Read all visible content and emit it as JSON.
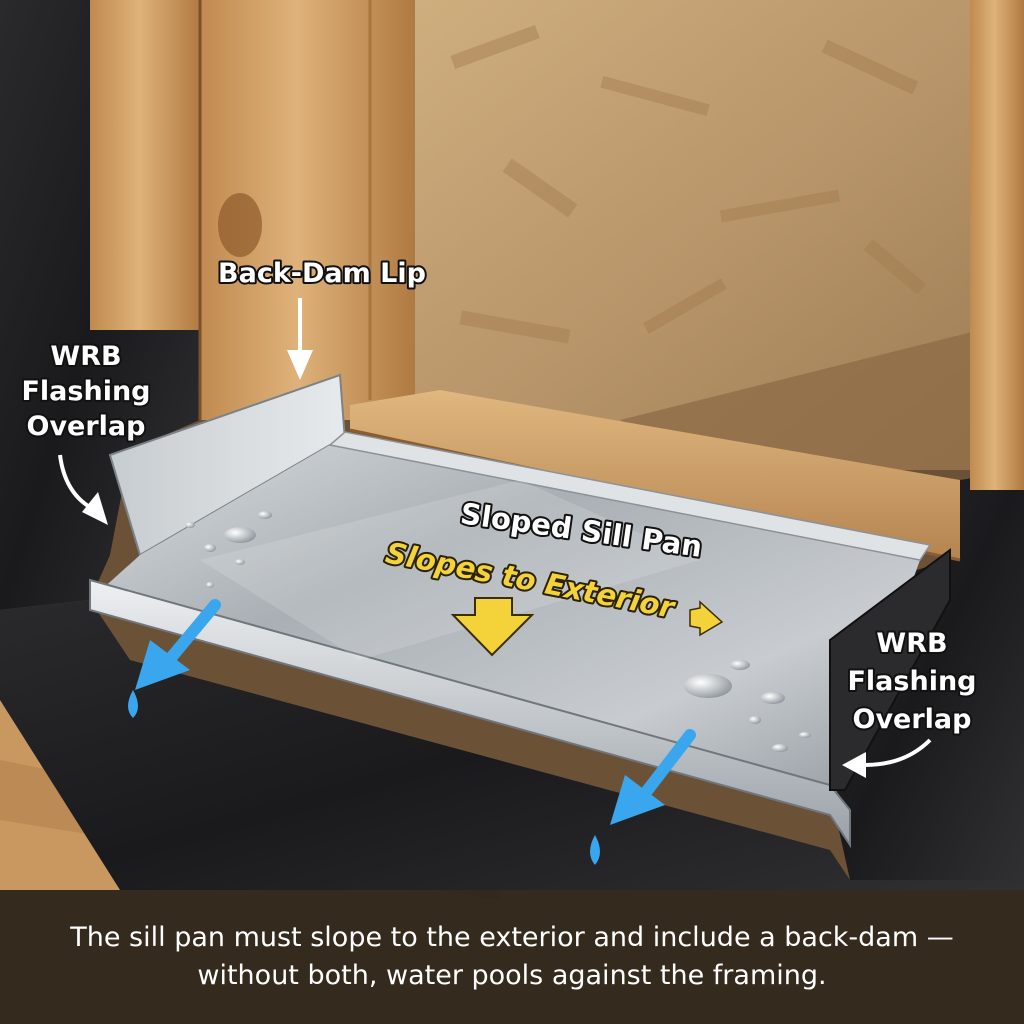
{
  "labels": {
    "back_dam": "Back-Dam Lip",
    "wrb_left": [
      "WRB",
      "Flashing",
      "Overlap"
    ],
    "wrb_right": [
      "WRB",
      "Flashing",
      "Overlap"
    ],
    "sloped_sill_pan": "Sloped Sill Pan",
    "slopes_to_exterior": "Slopes to Exterior"
  },
  "caption": {
    "line1": "The sill pan must slope to the exterior and include a back-dam —",
    "line2": "without both, water pools against the framing."
  },
  "colors": {
    "annotation_yellow": "#f3d23a",
    "water_arrow_blue": "#39a6ee",
    "label_white": "#ffffff"
  }
}
